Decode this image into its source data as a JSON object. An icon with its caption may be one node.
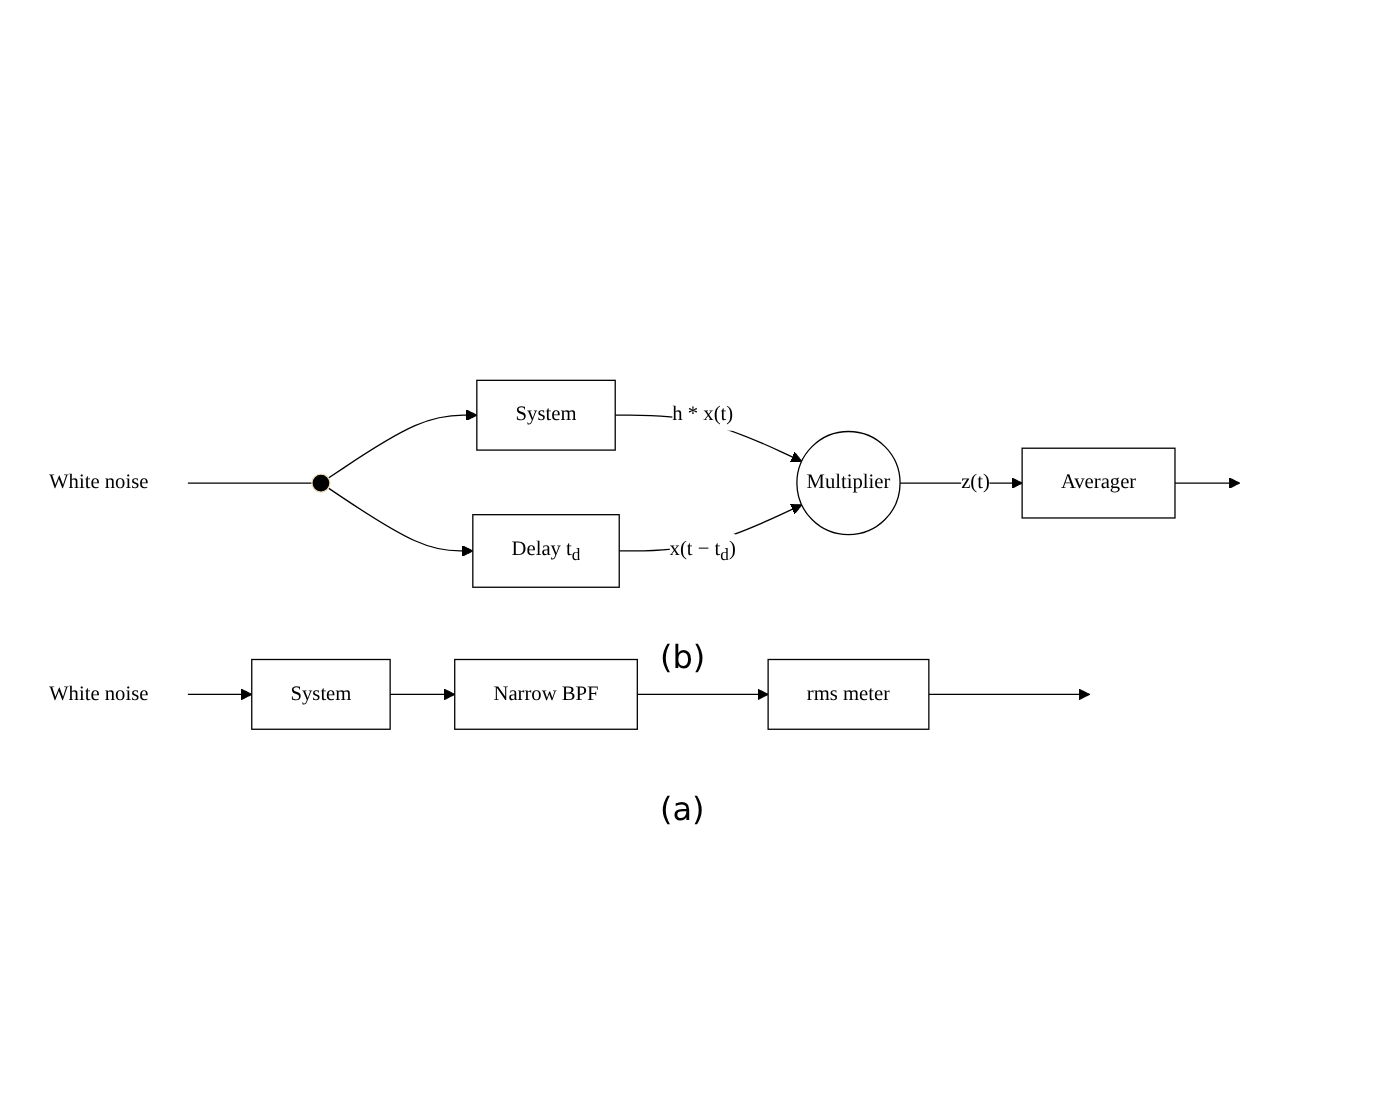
{
  "diagram": {
    "nodes": [
      {
        "text": [
          "White noise"
        ]
      },
      {
        "text": [
          "System"
        ]
      },
      {
        "text": [
          "Narrow BPF"
        ]
      },
      {
        "text": [
          "rms meter"
        ]
      },
      {
        "text": [
          "White noise"
        ]
      },
      {
        "text": [],
        "shape": "circle"
      },
      {
        "text": [
          "System"
        ]
      },
      {
        "text": [
          "Delay t$_{d}$"
        ]
      },
      {
        "text": [
          "Multiplier"
        ]
      },
      {
        "text": [
          "Averager"
        ]
      }
    ],
    "edges": [
      {
        "from": 0,
        "to": 1,
        "arrow": "to"
      },
      {
        "from": 1,
        "to": 2,
        "arrow": "to"
      },
      {
        "from": 2,
        "to": 3,
        "arrow": "to"
      },
      {
        "from": 3,
        "to": null,
        "arrow": "to"
      },
      {
        "from": 4,
        "to": 5,
        "arrow": "none"
      },
      {
        "from": 5,
        "to": 6,
        "arrow": "to"
      },
      {
        "from": 5,
        "to": 7,
        "arrow": "to"
      },
      {
        "from": 6,
        "to": 8,
        "label": "h * x(t)",
        "arrow": "to"
      },
      {
        "from": 7,
        "to": 8,
        "label": "x(t − t$_{d}$)",
        "arrow": "to"
      },
      {
        "from": 8,
        "to": 9,
        "label": "z(t)",
        "arrow": "to"
      },
      {
        "from": 9,
        "to": null,
        "arrow": "to"
      }
    ],
    "labels": [
      "(a)",
      "(b)"
    ]
  }
}
